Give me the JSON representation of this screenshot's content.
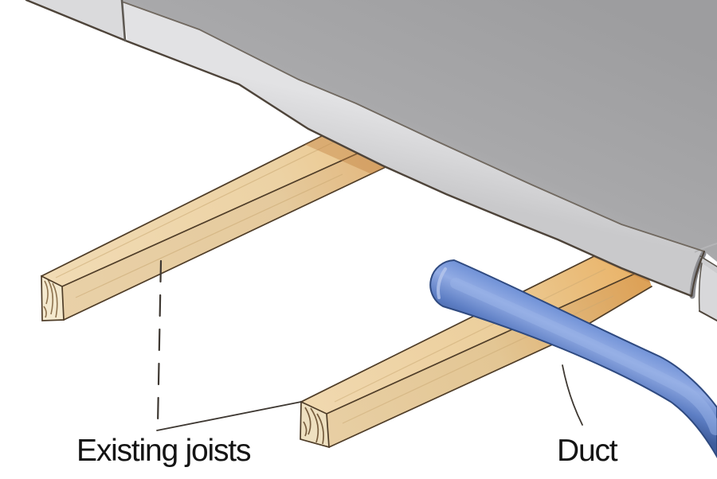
{
  "figure": {
    "type": "technical-illustration",
    "description": "Cutaway isometric view of a floor: two chipboard floor panels resting on existing timber joists, with a round flexible duct crossing beneath the joists",
    "background": "#ffffff"
  },
  "labels": {
    "existing_joists": "Existing joists",
    "duct": "Duct"
  },
  "leaders": {
    "existing_joists_style": "one dashed vertical leader to the far joist and one solid diagonal leader to the near joist",
    "duct_style": "thin solid leader from label to underside of duct"
  },
  "colors": {
    "bg": "#ffffff",
    "floor_top": "#a6a6a8",
    "floor_top_light": "#b9b9bb",
    "floor_edge": "#d7d7d9",
    "floor_edge_light": "#e1e1e3",
    "floor_seam": "#5f5a54",
    "joist_wood_light": "#f0d9b0",
    "joist_wood_mid": "#e6cda2",
    "joist_wood_shadow": "#e2a95e",
    "joist_end_grain_bg": "#f4e9ce",
    "joist_grain_stroke": "#7d5f3a",
    "duct_blue_light": "#93ace4",
    "duct_blue_mid": "#6e90d6",
    "duct_blue_dark": "#3f5d9c",
    "duct_outline": "#2f4a80",
    "outline": "#4a3f33",
    "leader_line": "#3e3832",
    "label_text": "#141414"
  }
}
